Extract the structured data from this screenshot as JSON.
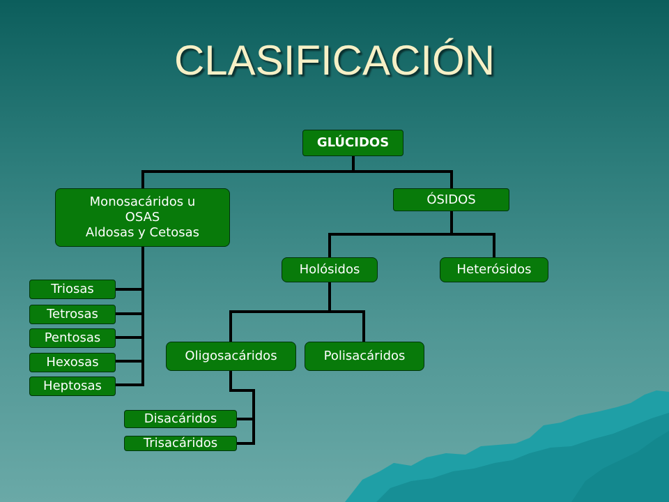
{
  "slide": {
    "title": "CLASIFICACIÓN"
  },
  "diagram": {
    "root": "GLÚCIDOS",
    "monosacaridos": "Monosacáridos u\nOSAS\nAldosas y Cetosas",
    "osidos": "ÓSIDOS",
    "holosidos": "Holósidos",
    "heterosidos": "Heterósidos",
    "oligosacaridos": "Oligosacáridos",
    "polisacaridos": "Polisacáridos",
    "mono_types": [
      "Triosas",
      "Tetrosas",
      "Pentosas",
      "Hexosas",
      "Heptosas"
    ],
    "oligo_types": [
      "Disacáridos",
      "Trisacáridos"
    ]
  },
  "colors": {
    "node_fill": "#087a0a",
    "node_border": "#00330a",
    "title_text": "#f6f0c6",
    "connector": "#000000"
  }
}
